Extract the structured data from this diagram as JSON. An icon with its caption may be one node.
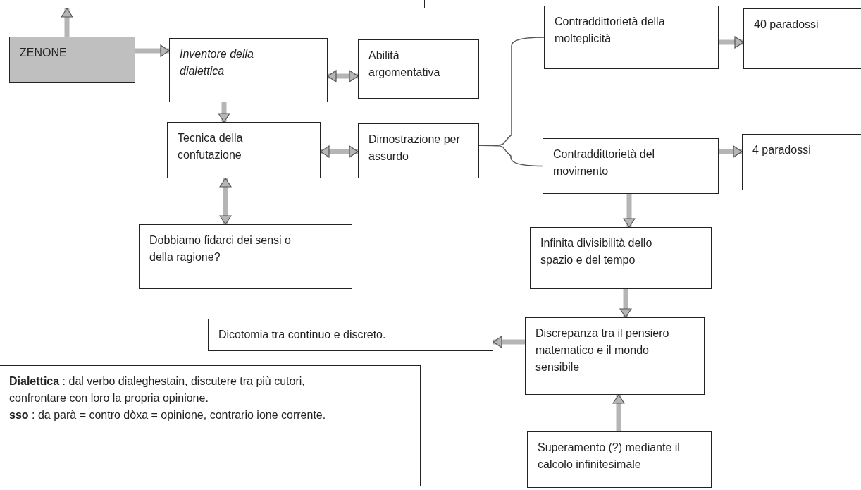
{
  "diagram": {
    "nodes": [
      {
        "text": [],
        "shape": "box"
      },
      {
        "text": [
          "ZENONE"
        ]
      },
      {
        "text": [
          "Inventore della dialettica"
        ]
      },
      {
        "text": [
          "Abilità argomentativa"
        ]
      },
      {
        "text": [
          "Tecnica  della confutazione"
        ]
      },
      {
        "text": [
          "Dimostrazione per assurdo"
        ]
      },
      {
        "text": [
          "Contraddittorietà della molteplicità"
        ]
      },
      {
        "text": [
          "40 paradossi"
        ]
      },
      {
        "text": [
          "Contraddittorietà del movimento"
        ]
      },
      {
        "text": [
          "4 paradossi"
        ]
      },
      {
        "text": [
          "Dobbiamo fidarci dei sensi o della ragione?"
        ]
      },
      {
        "text": [
          "Infinita divisibilità dello spazio e del tempo"
        ]
      },
      {
        "text": [
          "Dicotomia tra continuo e discreto."
        ]
      },
      {
        "text": [
          "Discrepanza tra il pensiero matematico e il mondo sensibile"
        ]
      },
      {
        "text": [
          "**Dialettica** : dal verbo dialeghestain, discutere tra più cutori, confrontare con loro la propria opinione.",
          "**sso** :  da parà = contro dòxa = opinione, contrario ione corrente."
        ]
      },
      {
        "text": [
          "Superamento (?) mediante il calcolo infinitesimale"
        ]
      }
    ],
    "edges": [
      {
        "from": 1,
        "to": 0,
        "arrow": "to"
      },
      {
        "from": 1,
        "to": 2,
        "arrow": "to"
      },
      {
        "from": 2,
        "to": 3,
        "arrow": "both"
      },
      {
        "from": 2,
        "to": 4,
        "arrow": "to"
      },
      {
        "from": 4,
        "to": 5,
        "arrow": "both"
      },
      {
        "from": 4,
        "to": 10,
        "arrow": "both"
      },
      {
        "from": 5,
        "to": 6,
        "arrow": "none",
        "color": "#555555"
      },
      {
        "from": 5,
        "to": 8,
        "arrow": "none",
        "color": "#555555"
      },
      {
        "from": 6,
        "to": 7,
        "arrow": "to"
      },
      {
        "from": 8,
        "to": 9,
        "arrow": "to"
      },
      {
        "from": 8,
        "to": 11,
        "arrow": "to"
      },
      {
        "from": 11,
        "to": 13,
        "arrow": "to"
      },
      {
        "from": 13,
        "to": 12,
        "arrow": "to"
      },
      {
        "from": 15,
        "to": 13,
        "arrow": "to"
      }
    ]
  }
}
